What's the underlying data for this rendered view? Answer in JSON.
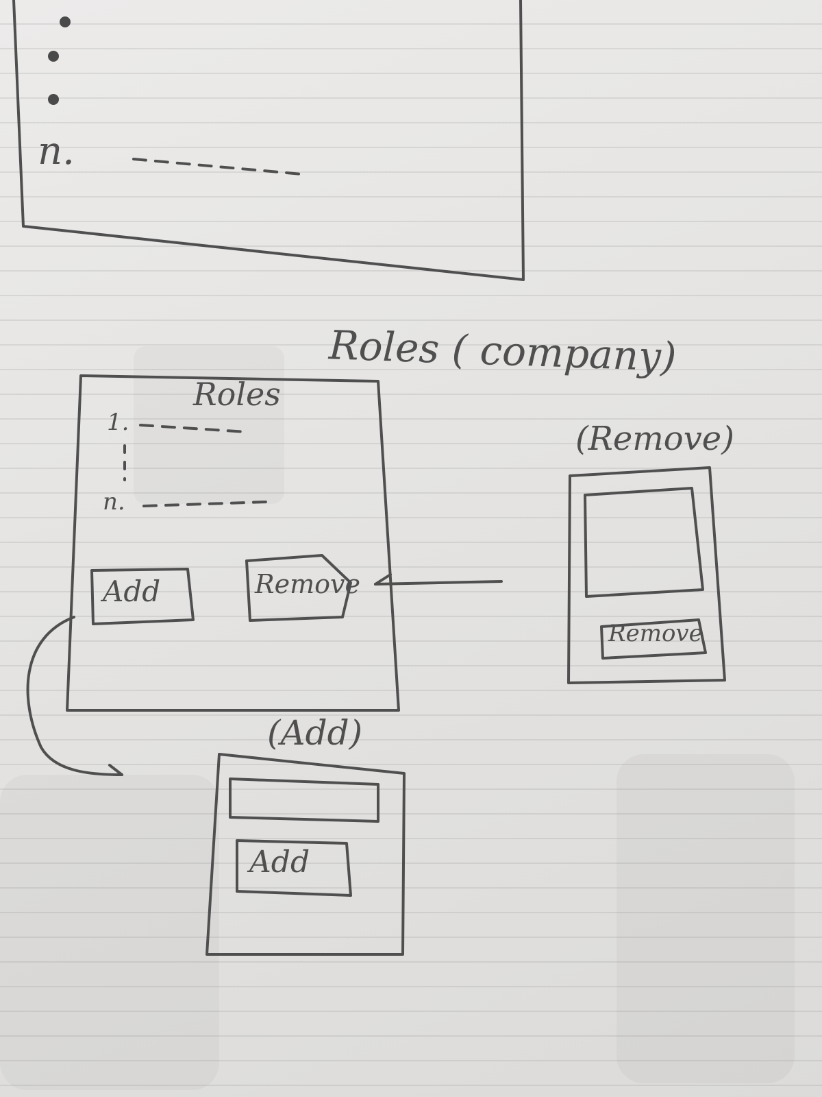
{
  "top_list": {
    "last_item_marker": "n."
  },
  "title": "Roles ( company)",
  "roles_panel": {
    "heading": "Roles",
    "first_item_marker": "1.",
    "last_item_marker": "n.",
    "add_button_label": "Add",
    "remove_button_label": "Remove"
  },
  "remove_dialog": {
    "title": "(Remove)",
    "button_label": "Remove"
  },
  "add_dialog": {
    "title": "(Add)",
    "button_label": "Add"
  }
}
